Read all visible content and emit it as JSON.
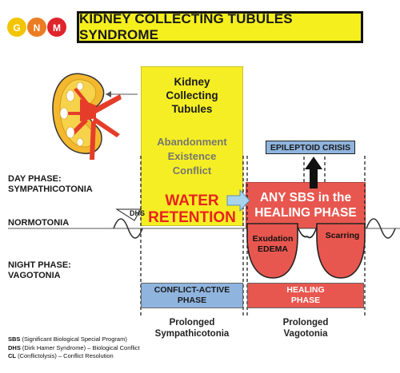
{
  "logo": {
    "letters": [
      "G",
      "N",
      "M"
    ],
    "colors": [
      "#f2c500",
      "#ec7c22",
      "#e0242b"
    ]
  },
  "title": "KIDNEY COLLECTING TUBULES SYNDROME",
  "organ_label": [
    "Kidney",
    "Collecting",
    "Tubules"
  ],
  "conflict_label": [
    "Abandonment",
    "Existence",
    "Conflict"
  ],
  "water_retention": [
    "WATER",
    "RETENTION"
  ],
  "healing_block": [
    "ANY SBS in the",
    "HEALING PHASE"
  ],
  "epileptoid_crisis": "EPILEPTOID CRISIS",
  "phase_labels": {
    "day": [
      "DAY PHASE:",
      "SYMPATHICOTONIA"
    ],
    "normotonia": "NORMOTONIA",
    "night": [
      "NIGHT PHASE:",
      "VAGOTONIA"
    ]
  },
  "dhs": "DHS",
  "exudation": [
    "Exudation",
    "EDEMA"
  ],
  "scarring": "Scarring",
  "phase_boxes": {
    "conflict_active": [
      "CONFLICT-ACTIVE",
      "PHASE"
    ],
    "healing": [
      "HEALING",
      "PHASE"
    ]
  },
  "prolonged": {
    "sympathicotonia": [
      "Prolonged",
      "Sympathicotonia"
    ],
    "vagotonia": [
      "Prolonged",
      "Vagotonia"
    ]
  },
  "legend": [
    {
      "abbr": "SBS",
      "text": " (Significant Biological Special Program)"
    },
    {
      "abbr": "DHS",
      "text": " (Dirk Hamer Syndrome) – Biological Conflict"
    },
    {
      "abbr": "CL",
      "text": " (Conflictolysis) – Conflict Resolution"
    }
  ],
  "colors": {
    "yellow": "#f5ee25",
    "red": "#e8574f",
    "blue": "#8fb4de",
    "title_bg": "#f5ef1e",
    "water_text": "#e8231f"
  }
}
